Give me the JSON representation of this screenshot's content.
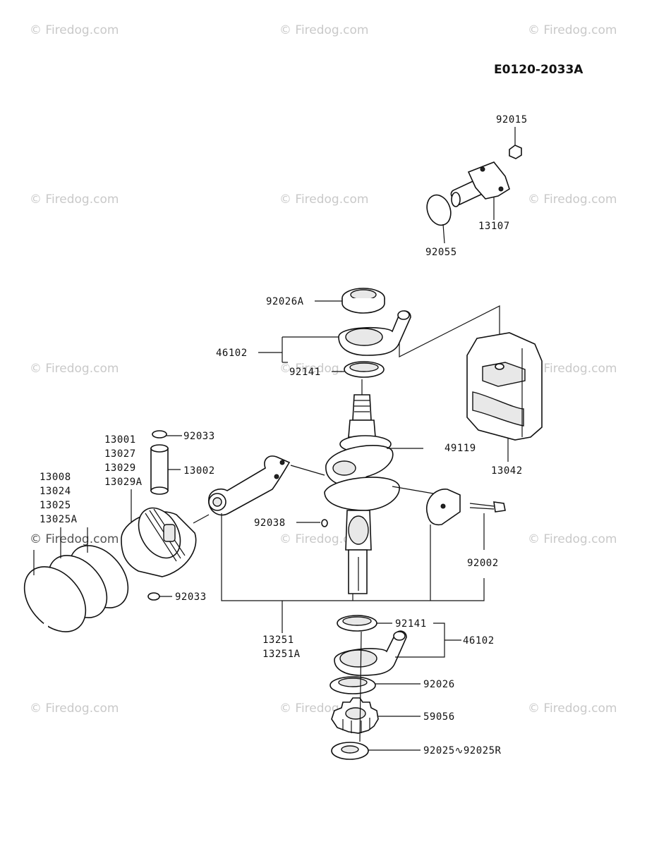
{
  "diagram_code": "E0120-2033A",
  "watermark": "© Firedog.com",
  "labels": {
    "p92015": "92015",
    "p13107": "13107",
    "p92055": "92055",
    "p92026A": "92026A",
    "p46102_top": "46102",
    "p92141_top": "92141",
    "p13042": "13042",
    "p49119": "49119",
    "p13001": "13001",
    "p13027": "13027",
    "p13029": "13029",
    "p13029A": "13029A",
    "p92033_top": "92033",
    "p13002": "13002",
    "p13008": "13008",
    "p13024": "13024",
    "p13025": "13025",
    "p13025A": "13025A",
    "p92038": "92038",
    "p92002": "92002",
    "p92033_bot": "92033",
    "p13251": "13251",
    "p13251A": "13251A",
    "p92141_bot": "92141",
    "p46102_bot": "46102",
    "p92026": "92026",
    "p59056": "59056",
    "p92025": "92025∿92025R"
  }
}
